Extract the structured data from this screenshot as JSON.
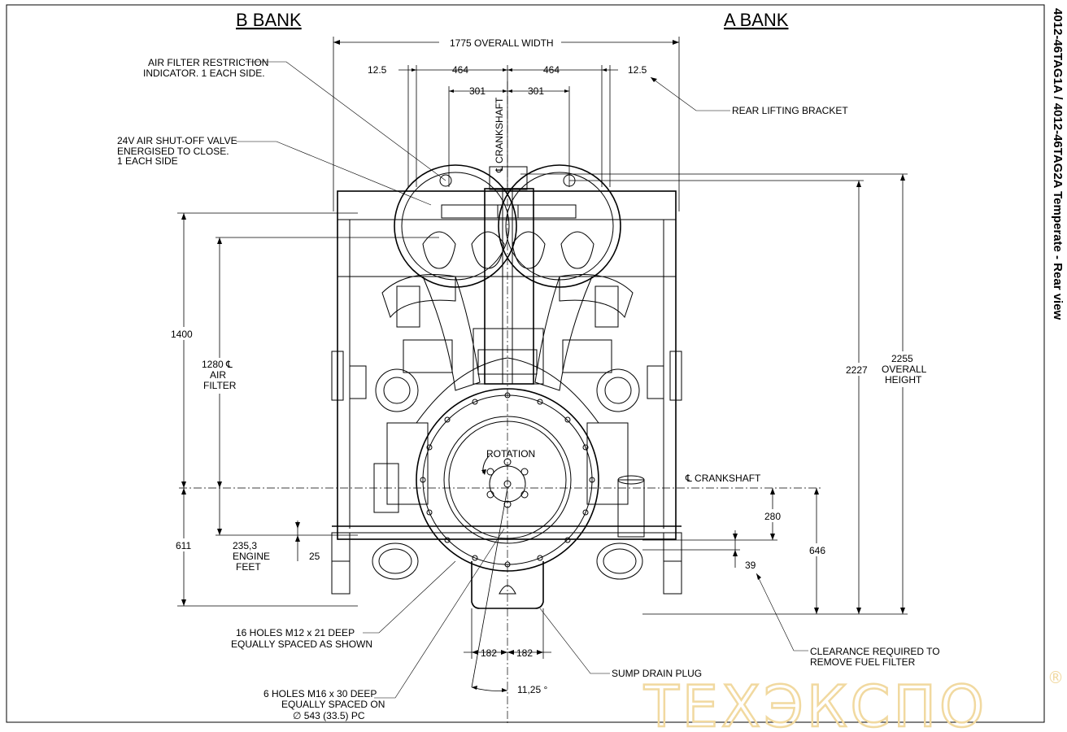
{
  "title": "4012-46TAG1A / 4012-46TAG2A Temperate - Rear view",
  "banks": {
    "left": "B BANK",
    "right": "A BANK"
  },
  "dimensions": {
    "overall_width": "1775 OVERALL WIDTH",
    "d_12_5_left": "12.5",
    "d_464_left": "464",
    "d_464_right": "464",
    "d_12_5_right": "12.5",
    "d_301_left": "301",
    "d_301_right": "301",
    "d_1400": "1400",
    "d_1280": "1280",
    "d_611": "611",
    "d_2227": "2227",
    "d_2255": "2255",
    "d_2255_label_1": "OVERALL",
    "d_2255_label_2": "HEIGHT",
    "d_280": "280",
    "d_646": "646",
    "d_39": "39",
    "d_25": "25",
    "d_235": "235,3",
    "d_235_label_1": "ENGINE",
    "d_235_label_2": "FEET",
    "d_182_left": "182",
    "d_182_right": "182",
    "d_angle": "11,25 °"
  },
  "labels": {
    "crankshaft_vertical": "℄ CRANKSHAFT",
    "crankshaft_horizontal": "℄ CRANKSHAFT",
    "rotation": "ROTATION",
    "air_filter_cl_1": "1280 ℄",
    "air_filter_cl_2": "AIR",
    "air_filter_cl_3": "FILTER"
  },
  "callouts": {
    "air_filter_restriction_1": "AIR FILTER RESTRICTION",
    "air_filter_restriction_2": "INDICATOR. 1 EACH SIDE.",
    "shutoff_valve_1": "24V AIR SHUT-OFF VALVE",
    "shutoff_valve_2": "ENERGISED TO CLOSE.",
    "shutoff_valve_3": "1 EACH SIDE",
    "rear_lifting_bracket": "REAR LIFTING BRACKET",
    "holes_m12_1": "16 HOLES M12 x 21 DEEP",
    "holes_m12_2": "EQUALLY SPACED AS SHOWN",
    "holes_m16_1": "6 HOLES M16 x 30 DEEP",
    "holes_m16_2": "EQUALLY SPACED ON",
    "holes_m16_3": "∅ 543 (33.5) PC",
    "sump_drain_plug": "SUMP DRAIN PLUG",
    "fuel_filter_1": "CLEARANCE REQUIRED TO",
    "fuel_filter_2": "REMOVE FUEL FILTER"
  },
  "watermark": {
    "text": "ТЕХЭКСПО",
    "mark": "®",
    "color": "#f1d9a0"
  }
}
